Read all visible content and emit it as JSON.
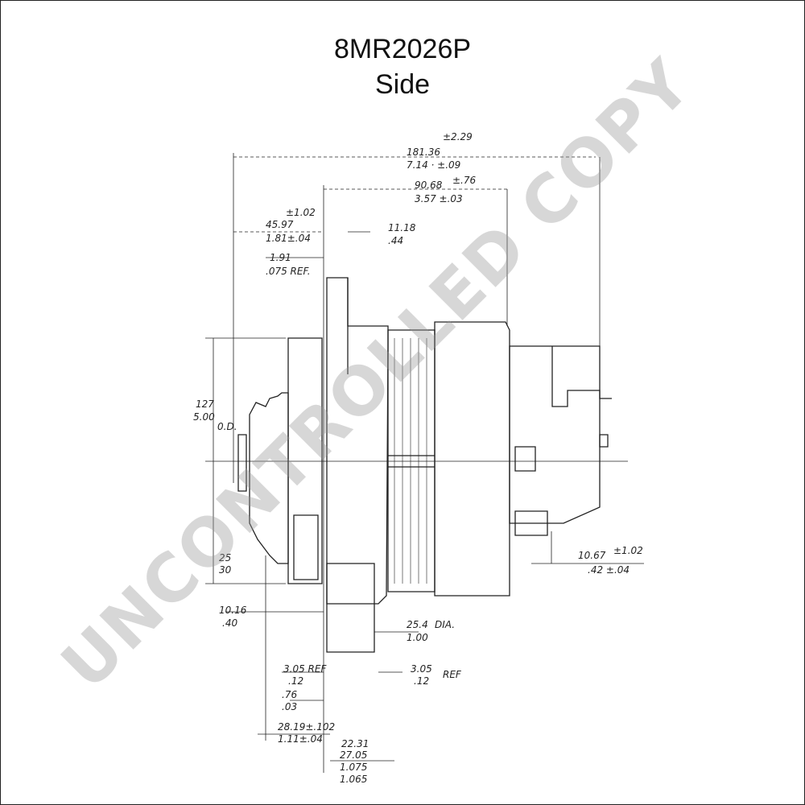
{
  "header": {
    "part_number": "8MR2026P",
    "view": "Side"
  },
  "watermark": "UNCONTROLLED COPY",
  "dimensions": {
    "overall_tol": "±2.29",
    "overall_mm": "181.36",
    "overall_in": "7.14 · ±.09",
    "body_mm": "90.68",
    "body_mm_tol": "±.76",
    "body_in": "3.57 ±.03",
    "mount_offset_tol": "±1.02",
    "mount_offset_mm": "45.97",
    "mount_offset_in": "1.81±.04",
    "ear_mm": "11.18",
    "ear_in": ".44",
    "gap_mm": "1.91",
    "gap_in": ".075 REF.",
    "pulley_dia_mm": "127",
    "pulley_dia_in": "5.00",
    "pulley_dia_ref": "0.D.",
    "lower_a": "25",
    "lower_b": "30",
    "hub_mm": "10.16",
    "hub_in": ".40",
    "bore_mm": "25.4",
    "bore_dia": "DIA.",
    "bore_in": "1.00",
    "left_ref_mm": "3.05 REF",
    "left_ref_in": ".12",
    "right_ref_mm": "3.05",
    "right_ref_label": "REF",
    "right_ref_in": ".12",
    "small_mm": ".76",
    "small_in": ".03",
    "bolt_mm": "28.19±.102",
    "bolt_in": "1.11±.04",
    "width_mm_a": "22.31",
    "width_mm_b": "27.05",
    "width_in_a": "1.075",
    "width_in_b": "1.065",
    "term_mm": "10.67",
    "term_mm_tol": "±1.02",
    "term_in": ".42 ±.04"
  },
  "colors": {
    "ink": "#222222",
    "watermark": "#969696"
  }
}
